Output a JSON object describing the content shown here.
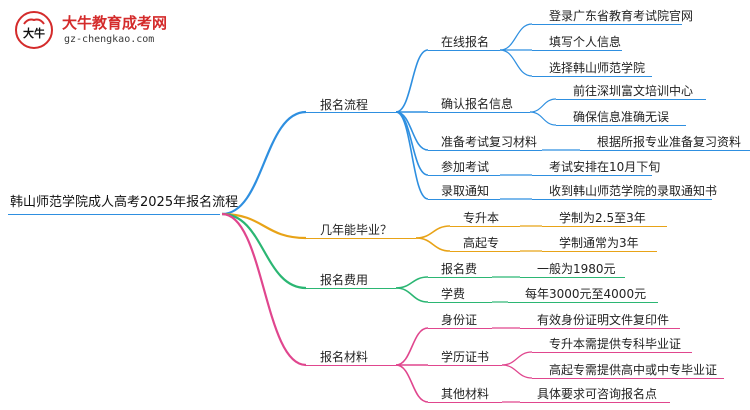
{
  "logo": {
    "title": "大牛教育成考网",
    "url": "gz-chengkao.com",
    "glyph": "大牛"
  },
  "colors": {
    "blue": "#2e8fe0",
    "orange": "#e8a317",
    "green": "#2bb673",
    "pink": "#e0468e",
    "text": "#222222"
  },
  "root": "韩山师范学院成人高考2025年报名流程",
  "branches": [
    {
      "label": "报名流程",
      "color": "blue",
      "children": [
        {
          "label": "在线报名",
          "leaves": [
            "登录广东省教育考试院官网",
            "填写个人信息",
            "选择韩山师范学院"
          ]
        },
        {
          "label": "确认报名信息",
          "leaves": [
            "前往深圳富文培训中心",
            "确保信息准确无误"
          ]
        },
        {
          "label": "准备考试复习材料",
          "leaves": [
            "根据所报专业准备复习资料"
          ]
        },
        {
          "label": "参加考试",
          "leaves": [
            "考试安排在10月下旬"
          ]
        },
        {
          "label": "录取通知",
          "leaves": [
            "收到韩山师范学院的录取通知书"
          ]
        }
      ]
    },
    {
      "label": "几年能毕业？",
      "color": "orange",
      "children": [
        {
          "label": "专升本",
          "leaves": [
            "学制为2.5至3年"
          ]
        },
        {
          "label": "高起专",
          "leaves": [
            "学制通常为3年"
          ]
        }
      ]
    },
    {
      "label": "报名费用",
      "color": "green",
      "children": [
        {
          "label": "报名费",
          "leaves": [
            "一般为1980元"
          ]
        },
        {
          "label": "学费",
          "leaves": [
            "每年3000元至4000元"
          ]
        }
      ]
    },
    {
      "label": "报名材料",
      "color": "pink",
      "children": [
        {
          "label": "身份证",
          "leaves": [
            "有效身份证明文件复印件"
          ]
        },
        {
          "label": "学历证书",
          "leaves": [
            "专升本需提供专科毕业证",
            "高起专需提供高中或中专毕业证"
          ]
        },
        {
          "label": "其他材料",
          "leaves": [
            "具体要求可咨询报名点"
          ]
        }
      ]
    }
  ]
}
